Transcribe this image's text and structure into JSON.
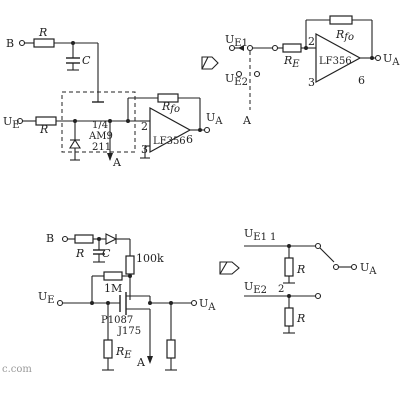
{
  "top_left": {
    "node_b": "B",
    "res_r1": "R",
    "cap_c": "C",
    "node_ue": "U",
    "node_ue_sub": "E",
    "res_r2": "R",
    "switch_label_1": "1/4",
    "switch_label_2": "AM9",
    "switch_label_3": "211",
    "node_a": "A",
    "res_rfb": "R",
    "res_rfb_sub": "fo",
    "opamp_label": "LF356",
    "pin_2": "2",
    "pin_3": "3",
    "pin_6": "6",
    "out_ua": "U",
    "out_ua_sub": "A"
  },
  "top_right": {
    "in_ue1": "U",
    "in_ue1_sub": "E1",
    "in_ue2": "U",
    "in_ue2_sub": "E2",
    "node_a": "A",
    "res_re": "R",
    "res_re_sub": "E",
    "res_rfb": "R",
    "res_rfb_sub": "fo",
    "opamp_label": "LF356",
    "pin_2": "2",
    "pin_3": "3",
    "pin_6": "6",
    "out_ua": "U",
    "out_ua_sub": "A"
  },
  "bottom_left": {
    "node_b": "B",
    "res_r": "R",
    "cap_c": "C",
    "res_100k": "100k",
    "res_1m": "1M",
    "node_ue": "U",
    "node_ue_sub": "E",
    "fet_1": "P1087",
    "fet_2": "J175",
    "res_re": "R",
    "res_re_sub": "E",
    "node_a": "A",
    "out_ua": "U",
    "out_ua_sub": "A"
  },
  "bottom_right": {
    "in_ue1": "U",
    "in_ue1_sub": "E1",
    "pos_1": "1",
    "in_ue2": "U",
    "in_ue2_sub": "E2",
    "pos_2": "2",
    "res_r_upper": "R",
    "res_r_lower": "R",
    "out_ua": "U",
    "out_ua_sub": "A"
  },
  "watermark": "c.com"
}
